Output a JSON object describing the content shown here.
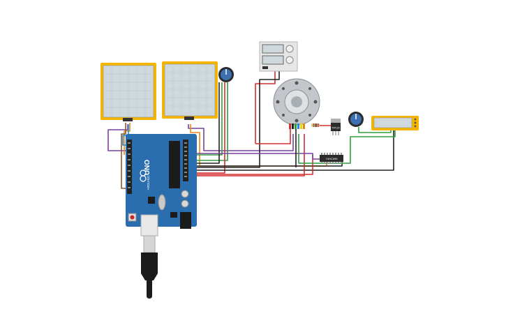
{
  "board": {
    "brand": "ARDUINO",
    "model": "UNO"
  },
  "ic_chip": {
    "part": "74HC595"
  },
  "transistor": {
    "part": "TIP120"
  },
  "wire_colors": {
    "red": "#d32f2f",
    "black": "#222222",
    "green": "#2e9e3e",
    "purple": "#7b3fa0",
    "orange": "#e08a1a",
    "brown": "#8b5a2b",
    "blue": "#1e88e5"
  },
  "component_colors": {
    "board_blue": "#2a6eb0",
    "lcd_frame": "#f5b400",
    "lcd_screen": "#cfd8dc",
    "knob": "#3d6fb3"
  }
}
